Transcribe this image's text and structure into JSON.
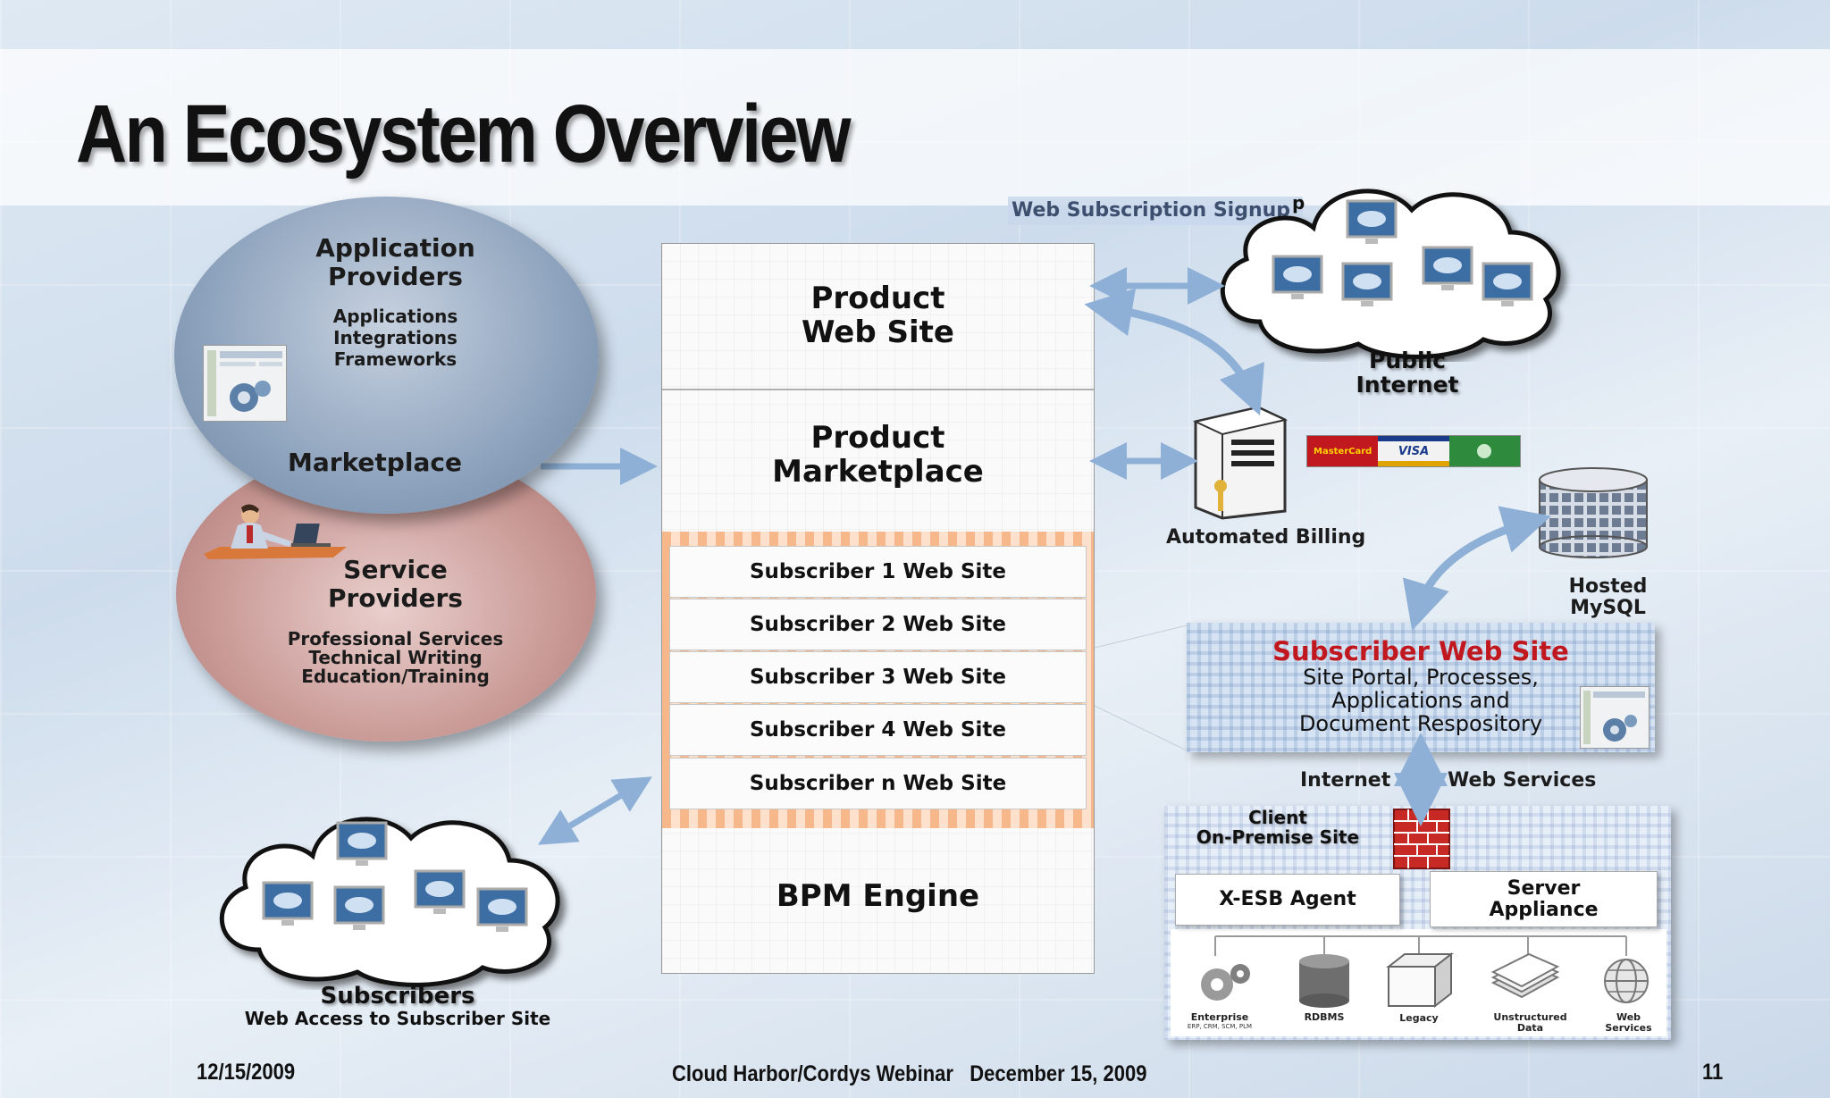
{
  "slide": {
    "title": "An Ecosystem Overview"
  },
  "left": {
    "app_providers": {
      "title_line1": "Application",
      "title_line2": "Providers",
      "items": [
        "Applications",
        "Integrations",
        "Frameworks"
      ],
      "marketplace": "Marketplace"
    },
    "service_providers": {
      "title_line1": "Service",
      "title_line2": "Providers",
      "items": [
        "Professional Services",
        "Technical Writing",
        "Education/Training"
      ]
    },
    "subscribers": {
      "title": "Subscribers",
      "subtitle": "Web Access to Subscriber Site"
    }
  },
  "stack": {
    "product_web_site": [
      "Product",
      "Web Site"
    ],
    "product_marketplace": [
      "Product",
      "Marketplace"
    ],
    "subscriber_sites": [
      "Subscriber 1 Web Site",
      "Subscriber 2 Web Site",
      "Subscriber 3 Web Site",
      "Subscriber 4 Web Site",
      "Subscriber n Web Site"
    ],
    "bpm_engine": "BPM Engine"
  },
  "right": {
    "signup": "Web Subscription Signup",
    "signup_tail": "p",
    "public_internet": [
      "Public",
      "Internet"
    ],
    "automated_billing": "Automated Billing",
    "card_labels": {
      "mastercard": "MasterCard",
      "visa": "VISA"
    },
    "hosted_mysql": [
      "Hosted",
      "MySQL"
    ],
    "subscriber_web_site": {
      "title": "Subscriber Web Site",
      "lines": [
        "Site Portal, Processes,",
        "Applications and",
        "Document Respository"
      ]
    },
    "internet_label": "Internet",
    "web_services_label": "Web Services",
    "client_site": [
      "Client",
      "On-Premise Site"
    ],
    "xesb_agent": "X-ESB Agent",
    "server_appliance": [
      "Server",
      "Appliance"
    ],
    "backends": [
      {
        "label": "Enterprise",
        "sub": "ERP, CRM, SCM, PLM"
      },
      {
        "label": "RDBMS",
        "sub": ""
      },
      {
        "label": "Legacy",
        "sub": ""
      },
      {
        "label": "Unstructured",
        "sub": "Data"
      },
      {
        "label": "Web",
        "sub": "Services"
      }
    ]
  },
  "footer": {
    "date": "12/15/2009",
    "center": "Cloud Harbor/Cordys Webinar   December 15, 2009",
    "page": "11"
  },
  "colors": {
    "accent_red": "#c0181e",
    "arrow_blue": "#8fb0d6",
    "band_orange": "#f6b78a"
  }
}
